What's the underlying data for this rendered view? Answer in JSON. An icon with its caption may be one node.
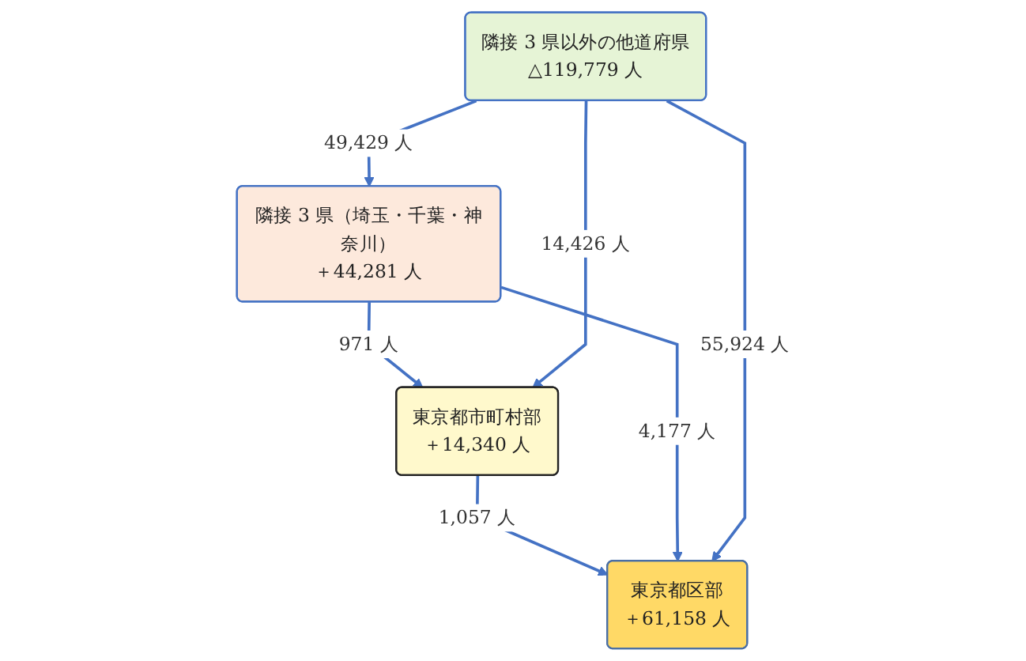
{
  "diagram": {
    "nodes": [
      {
        "text": [
          "東京都市町村部",
          "＋14,340 人"
        ]
      },
      {
        "text": [
          "東京都区部",
          "＋61,158 人"
        ]
      },
      {
        "text": [
          "隣接 3 県（埼玉・千葉・神奈川）",
          "＋44,281 人"
        ]
      },
      {
        "text": [
          "隣接 3 県以外の他道府県",
          "△119,779 人"
        ]
      }
    ],
    "edges": [
      {
        "from": 0,
        "to": 1,
        "arrow": "to",
        "label": "1,057 人"
      },
      {
        "from": 2,
        "to": 0,
        "arrow": "to",
        "label": "971 人"
      },
      {
        "from": 3,
        "to": 0,
        "arrow": "to",
        "label": "14,426 人"
      },
      {
        "from": 2,
        "to": 1,
        "arrow": "to",
        "label": "4,177 人"
      },
      {
        "from": 3,
        "to": 1,
        "arrow": "to",
        "label": "55,924 人"
      },
      {
        "from": 3,
        "to": 2,
        "arrow": "to",
        "label": "49,429 人"
      }
    ]
  }
}
